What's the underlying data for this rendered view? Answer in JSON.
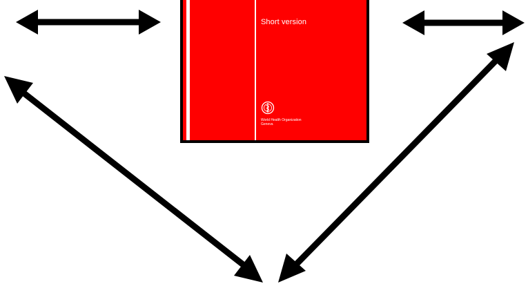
{
  "book": {
    "subtitle": "Short version",
    "publisher_line1": "World Health Organization",
    "publisher_line2": "Geneva",
    "cover_color": "#ff0000",
    "emblem_icon": "who-emblem-icon"
  },
  "arrows": {
    "color": "#000000",
    "count": 4,
    "style": "double-headed"
  }
}
